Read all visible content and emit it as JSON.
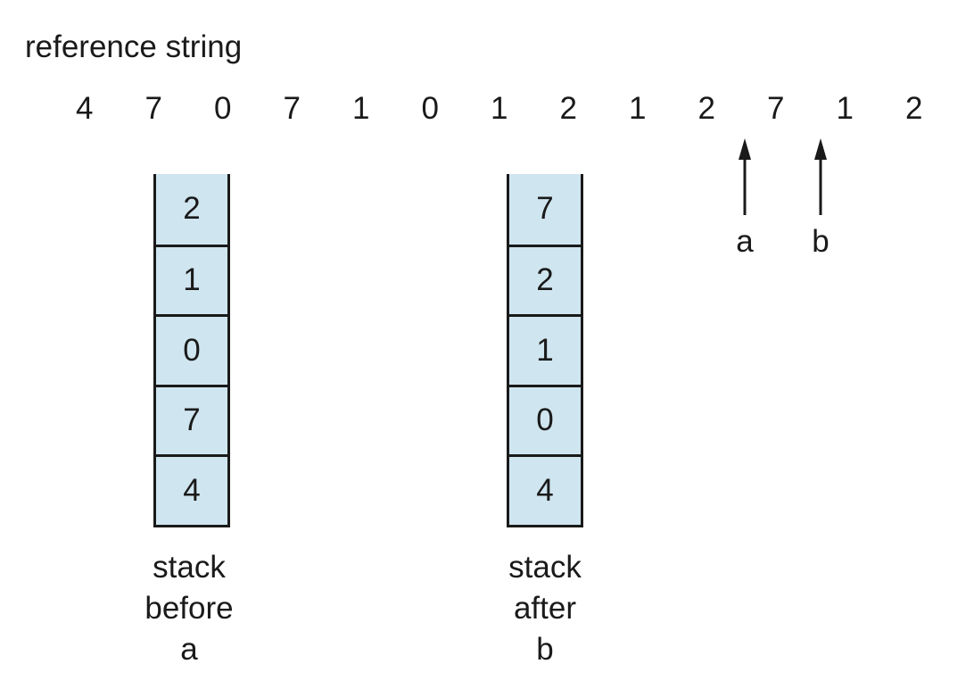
{
  "title": "reference string",
  "reference_string": [
    "4",
    "7",
    "0",
    "7",
    "1",
    "0",
    "1",
    "2",
    "1",
    "2",
    "7",
    "1",
    "2"
  ],
  "markers": [
    {
      "label": "a"
    },
    {
      "label": "b"
    }
  ],
  "stacks": [
    {
      "name": "stack before a",
      "cells": [
        "2",
        "1",
        "0",
        "7",
        "4"
      ],
      "caption_lines": [
        "stack",
        "before",
        "a"
      ]
    },
    {
      "name": "stack after b",
      "cells": [
        "7",
        "2",
        "1",
        "0",
        "4"
      ],
      "caption_lines": [
        "stack",
        "after",
        "b"
      ]
    }
  ],
  "colors": {
    "cell-fill": "#cfe5ef",
    "line": "#1a1a1a",
    "text": "#1a1a1a",
    "background": "#ffffff"
  }
}
